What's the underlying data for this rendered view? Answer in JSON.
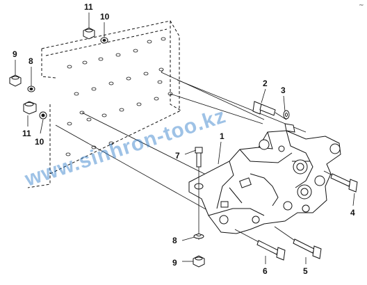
{
  "watermark": "www.sinhron-too.kz",
  "corner_mark": "~",
  "callouts": {
    "n1": "1",
    "n2": "2",
    "n3": "3",
    "n4": "4",
    "n5": "5",
    "n6": "6",
    "n7": "7",
    "n8_left": "8",
    "n8_bottom": "8",
    "n9_left": "9",
    "n9_bottom": "9",
    "n10_top": "10",
    "n10_left": "10",
    "n11_top": "11",
    "n11_left": "11"
  }
}
